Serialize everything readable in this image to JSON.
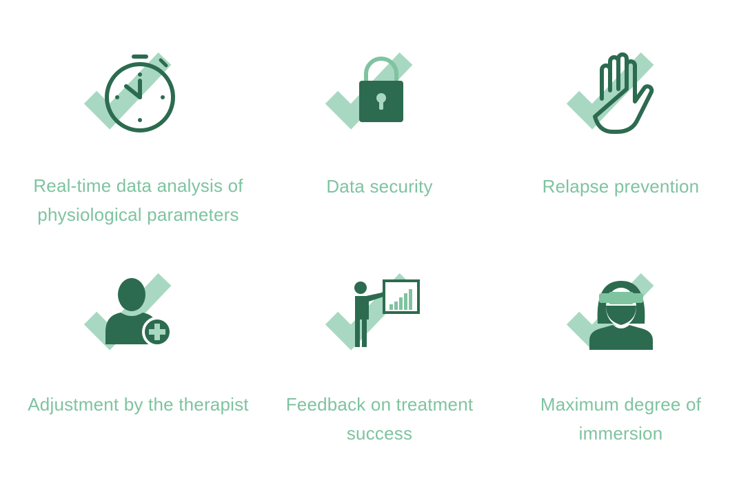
{
  "colors": {
    "icon_dark": "#2c6b4f",
    "check_light": "#a8d8c1",
    "text": "#7fc3a0",
    "background": "#ffffff"
  },
  "features": [
    {
      "icon": "stopwatch-icon",
      "label": "Real-time data analysis of physiological parameters"
    },
    {
      "icon": "padlock-icon",
      "label": "Data security"
    },
    {
      "icon": "raised-hand-icon",
      "label": "Relapse prevention"
    },
    {
      "icon": "add-user-icon",
      "label": "Adjustment by the therapist"
    },
    {
      "icon": "presentation-chart-icon",
      "label": "Feedback on treatment success"
    },
    {
      "icon": "vr-headset-person-icon",
      "label": "Maximum degree of immersion"
    }
  ]
}
